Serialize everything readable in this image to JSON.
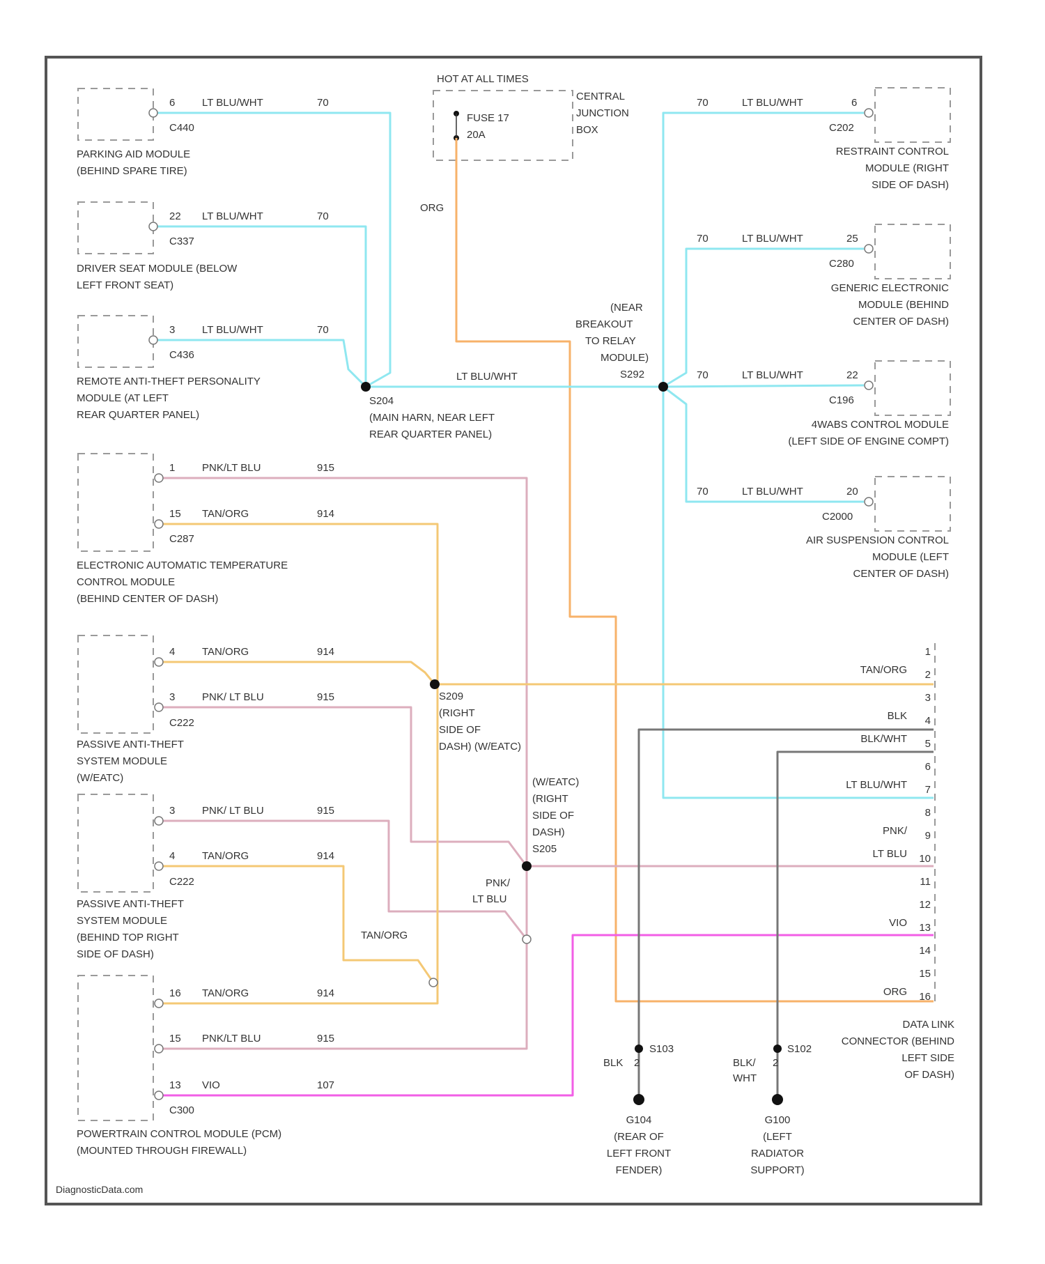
{
  "diagram": {
    "power": {
      "hot_label": "HOT AT ALL TIMES",
      "fuse": "FUSE 17",
      "amp": "20A",
      "cjb": [
        "CENTRAL",
        "JUNCTION",
        "BOX"
      ],
      "wire": "ORG"
    },
    "left_modules": [
      {
        "pin": "6",
        "wire": "LT BLU/WHT",
        "circuit": "70",
        "connector": "C440",
        "name": [
          "PARKING AID MODULE",
          "(BEHIND SPARE TIRE)"
        ]
      },
      {
        "pin": "22",
        "wire": "LT BLU/WHT",
        "circuit": "70",
        "connector": "C337",
        "name": [
          "DRIVER SEAT MODULE (BELOW",
          "LEFT FRONT SEAT)"
        ]
      },
      {
        "pin": "3",
        "wire": "LT BLU/WHT",
        "circuit": "70",
        "connector": "C436",
        "name": [
          "REMOTE ANTI-THEFT PERSONALITY",
          "MODULE (AT LEFT",
          "REAR QUARTER PANEL)"
        ]
      }
    ],
    "splice_s204": [
      "S204",
      "(MAIN HARN, NEAR LEFT",
      "REAR QUARTER PANEL)"
    ],
    "center_bus_wire": "LT BLU/WHT",
    "splice_s292": [
      "(NEAR",
      "BREAKOUT",
      "TO RELAY",
      "MODULE)",
      "S292"
    ],
    "right_modules": [
      {
        "pin": "6",
        "wire": "LT BLU/WHT",
        "circuit": "70",
        "connector": "C202",
        "name": [
          "RESTRAINT CONTROL",
          "MODULE (RIGHT",
          "SIDE OF DASH)"
        ]
      },
      {
        "pin": "25",
        "wire": "LT BLU/WHT",
        "circuit": "70",
        "connector": "C280",
        "name": [
          "GENERIC ELECTRONIC",
          "MODULE (BEHIND",
          "CENTER OF DASH)"
        ]
      },
      {
        "pin": "22",
        "wire": "LT BLU/WHT",
        "circuit": "70",
        "connector": "C196",
        "name": [
          "4WABS CONTROL MODULE",
          "(LEFT SIDE OF ENGINE COMPT)"
        ]
      },
      {
        "pin": "20",
        "wire": "LT BLU/WHT",
        "circuit": "70",
        "connector": "C2000",
        "name": [
          "AIR SUSPENSION CONTROL",
          "MODULE (LEFT",
          "CENTER OF DASH)"
        ]
      }
    ],
    "eatc": {
      "pins": [
        {
          "pin": "1",
          "wire": "PNK/LT BLU",
          "circuit": "915"
        },
        {
          "pin": "15",
          "wire": "TAN/ORG",
          "circuit": "914"
        }
      ],
      "connector": "C287",
      "name": [
        "ELECTRONIC AUTOMATIC TEMPERATURE",
        "CONTROL MODULE",
        "(BEHIND CENTER OF DASH)"
      ]
    },
    "pats_wabatc": {
      "pins": [
        {
          "pin": "4",
          "wire": "TAN/ORG",
          "circuit": "914"
        },
        {
          "pin": "3",
          "wire": "PNK/ LT BLU",
          "circuit": "915"
        }
      ],
      "connector": "C222",
      "name": [
        "PASSIVE ANTI-THEFT",
        "SYSTEM MODULE",
        "(W/EATC)"
      ]
    },
    "pats_noeatc": {
      "pins": [
        {
          "pin": "3",
          "wire": "PNK/ LT BLU",
          "circuit": "915"
        },
        {
          "pin": "4",
          "wire": "TAN/ORG",
          "circuit": "914"
        }
      ],
      "connector": "C222",
      "name": [
        "PASSIVE ANTI-THEFT",
        "SYSTEM MODULE",
        "(BEHIND TOP RIGHT",
        "SIDE OF DASH)"
      ]
    },
    "pcm": {
      "pins": [
        {
          "pin": "16",
          "wire": "TAN/ORG",
          "circuit": "914"
        },
        {
          "pin": "15",
          "wire": "PNK/LT BLU",
          "circuit": "915"
        },
        {
          "pin": "13",
          "wire": "VIO",
          "circuit": "107"
        }
      ],
      "connector": "C300",
      "name": [
        "POWERTRAIN CONTROL MODULE (PCM)",
        "(MOUNTED THROUGH FIREWALL)"
      ]
    },
    "splice_s209": [
      "S209",
      "(RIGHT",
      "SIDE OF",
      "DASH) (W/EATC)"
    ],
    "splice_s205": [
      "(W/EATC)",
      "(RIGHT",
      "SIDE OF",
      "DASH)",
      "S205"
    ],
    "mid_labels": {
      "pnk": [
        "PNK/",
        "LT BLU"
      ],
      "tan": "TAN/ORG"
    },
    "dlc": {
      "pins": [
        {
          "num": "1",
          "wire": ""
        },
        {
          "num": "2",
          "wire": "TAN/ORG"
        },
        {
          "num": "3",
          "wire": ""
        },
        {
          "num": "4",
          "wire": "BLK"
        },
        {
          "num": "5",
          "wire": "BLK/WHT"
        },
        {
          "num": "6",
          "wire": ""
        },
        {
          "num": "7",
          "wire": "LT BLU/WHT"
        },
        {
          "num": "8",
          "wire": ""
        },
        {
          "num": "9",
          "wire": "PNK/"
        },
        {
          "num": "10",
          "wire": "LT BLU"
        },
        {
          "num": "11",
          "wire": ""
        },
        {
          "num": "12",
          "wire": ""
        },
        {
          "num": "13",
          "wire": "VIO"
        },
        {
          "num": "14",
          "wire": ""
        },
        {
          "num": "15",
          "wire": ""
        },
        {
          "num": "16",
          "wire": "ORG"
        }
      ],
      "name": [
        "DATA LINK",
        "CONNECTOR (BEHIND",
        "LEFT SIDE",
        "OF DASH)"
      ]
    },
    "grounds": [
      {
        "splice": "S103",
        "wire": "BLK",
        "pin": "2",
        "name": [
          "G104",
          "(REAR OF",
          "LEFT FRONT",
          "FENDER)"
        ]
      },
      {
        "splice": "S102",
        "wire": "BLK/",
        "wire2": "WHT",
        "pin": "2",
        "name": [
          "G100",
          "(LEFT",
          "RADIATOR",
          "SUPPORT)"
        ]
      }
    ],
    "watermark": "DiagnosticData.com"
  },
  "colors": {
    "lt_blu_wht": "#8fe7f0",
    "org": "#f7b26a",
    "tan_org": "#f4c875",
    "pnk_lt_blu": "#dcaebd",
    "vio": "#f25ee6",
    "blk": "#777777"
  }
}
